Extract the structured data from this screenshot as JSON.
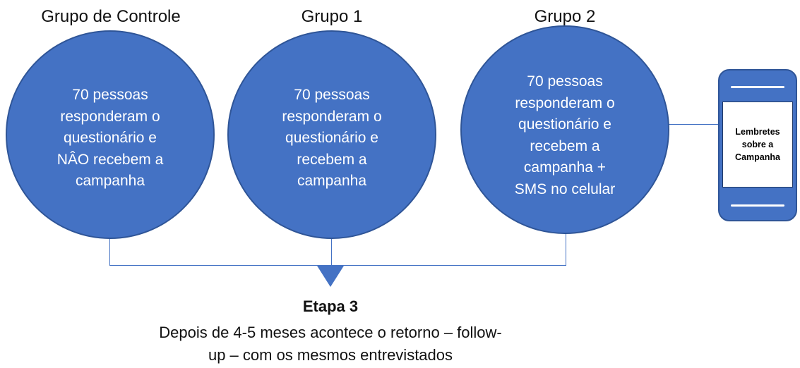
{
  "colors": {
    "accent": "#4472c4",
    "accent_border": "#2f5597",
    "text": "#111111",
    "on_accent": "#ffffff"
  },
  "groups": [
    {
      "title": "Grupo de Controle",
      "lines": [
        "70 pessoas",
        "responderam o",
        "questionário e",
        "NÂO recebem a",
        "campanha"
      ]
    },
    {
      "title": "Grupo 1",
      "lines": [
        "70 pessoas",
        "responderam o",
        "questionário e",
        "recebem a",
        "campanha"
      ]
    },
    {
      "title": "Grupo 2",
      "lines": [
        "70 pessoas",
        "responderam o",
        "questionário e",
        "recebem a",
        "campanha +",
        "SMS no celular"
      ]
    }
  ],
  "phone": {
    "icon": "smartphone-icon",
    "lines": [
      "Lembretes",
      "sobre a",
      "Campanha"
    ]
  },
  "footer": {
    "title": "Etapa 3",
    "lines": [
      "Depois de 4-5 meses acontece o retorno – follow-",
      "up – com os mesmos entrevistados"
    ]
  }
}
